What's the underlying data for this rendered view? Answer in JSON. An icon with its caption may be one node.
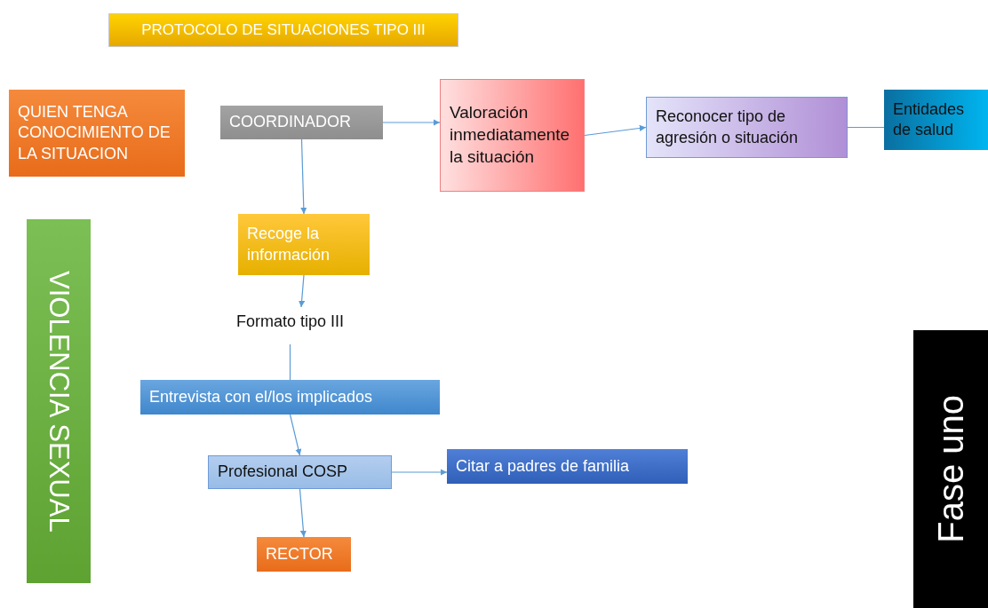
{
  "diagram": {
    "title": "PROTOCOLO DE SITUACIONES TIPO III",
    "nodes": [
      {
        "text": [
          "QUIEN TENGA CONOCIMIENTO DE LA SITUACION"
        ]
      },
      {
        "text": [
          "COORDINADOR"
        ]
      },
      {
        "text": [
          "Valoración inmediatamente la situación"
        ]
      },
      {
        "text": [
          "Reconocer tipo de agresión  o situación"
        ]
      },
      {
        "text": [
          "Entidades de salud"
        ]
      },
      {
        "text": [
          "VIOLENCIA SEXUAL"
        ]
      },
      {
        "text": [
          "Recoge la información"
        ]
      },
      {
        "text": [
          "Formato tipo III"
        ]
      },
      {
        "text": [
          "Entrevista con el/los implicados"
        ]
      },
      {
        "text": [
          "Profesional COSP"
        ]
      },
      {
        "text": [
          "Citar a padres de familia"
        ]
      },
      {
        "text": [
          "RECTOR"
        ]
      },
      {
        "text": [
          "Fase uno"
        ]
      }
    ],
    "edges": [
      {
        "from": 1,
        "to": 2,
        "arrow": "to"
      },
      {
        "from": 2,
        "to": 3,
        "arrow": "to"
      },
      {
        "from": 3,
        "to": 4,
        "arrow": "none"
      },
      {
        "from": 1,
        "to": 6,
        "arrow": "to"
      },
      {
        "from": 6,
        "to": 7,
        "arrow": "to"
      },
      {
        "from": 7,
        "to": 8,
        "arrow": "none"
      },
      {
        "from": 8,
        "to": 9,
        "arrow": "to"
      },
      {
        "from": 9,
        "to": 10,
        "arrow": "to"
      },
      {
        "from": 9,
        "to": 11,
        "arrow": "to"
      }
    ]
  }
}
